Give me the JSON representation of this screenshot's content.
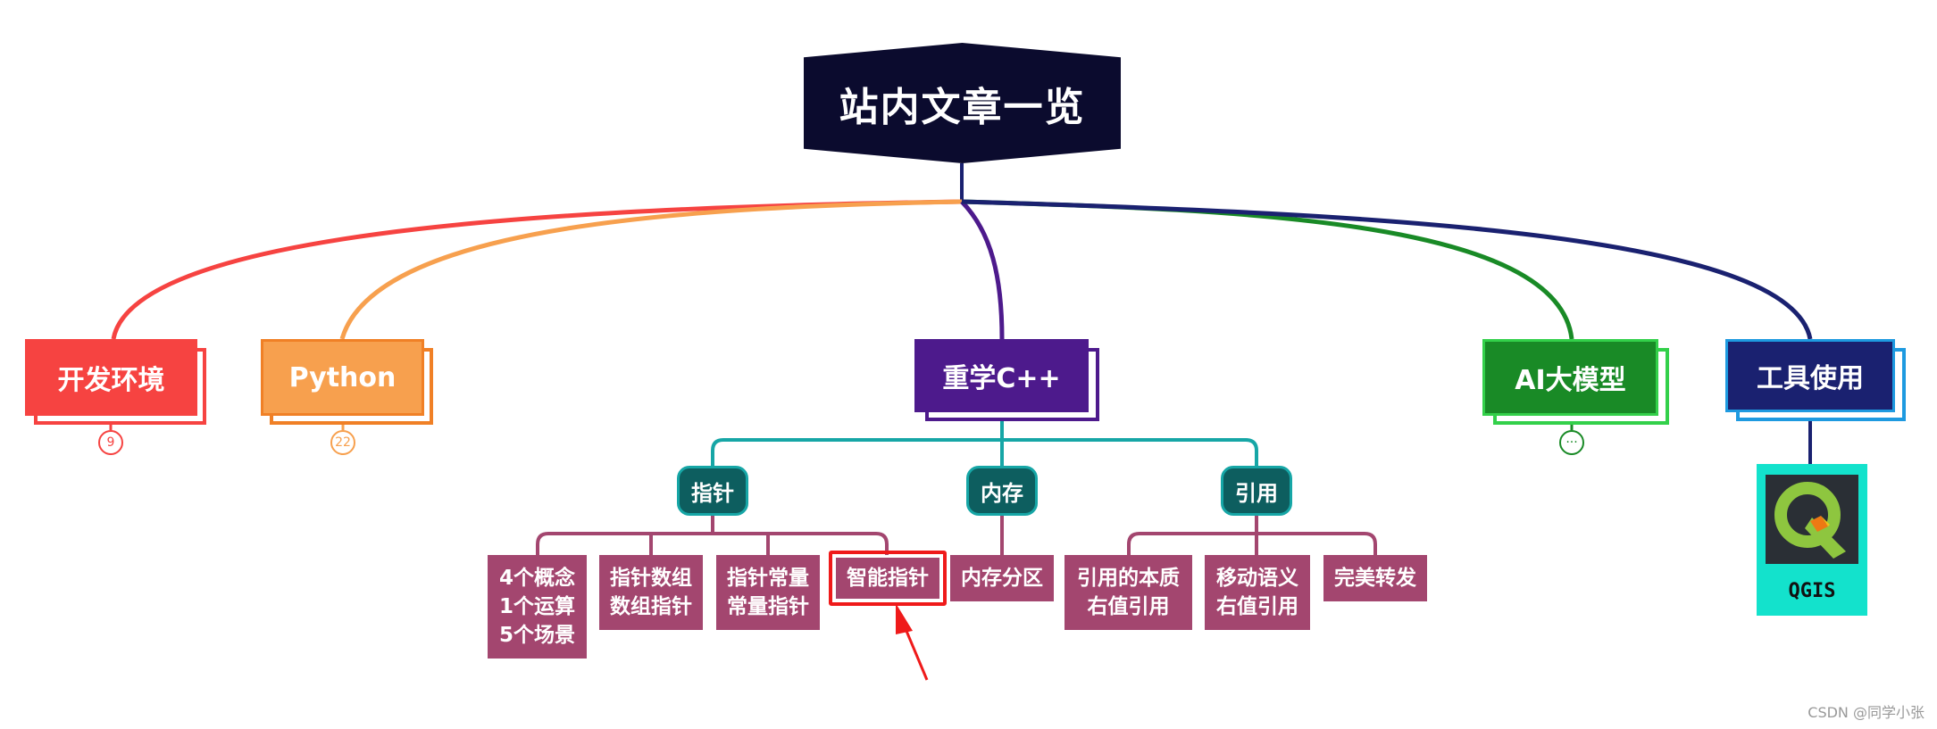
{
  "root": {
    "title": "站内文章一览"
  },
  "branches": {
    "dev_env": {
      "label": "开发环境",
      "count": "9"
    },
    "python": {
      "label": "Python",
      "count": "22"
    },
    "cpp": {
      "label": "重学C++",
      "groups": {
        "pointer": {
          "label": "指针",
          "items": [
            [
              "4个概念",
              "1个运算",
              "5个场景"
            ],
            [
              "指针数组",
              "数组指针"
            ],
            [
              "指针常量",
              "常量指针"
            ],
            [
              "智能指针"
            ]
          ]
        },
        "memory": {
          "label": "内存",
          "items": [
            [
              "内存分区"
            ]
          ]
        },
        "reference": {
          "label": "引用",
          "items": [
            [
              "引用的本质",
              "右值引用"
            ],
            [
              "移动语义",
              "右值引用"
            ],
            [
              "完美转发"
            ]
          ]
        }
      }
    },
    "ai": {
      "label": "AI大模型",
      "count": "···"
    },
    "tools": {
      "label": "工具使用",
      "child": "QGIS"
    }
  },
  "colors": {
    "dev_env": "#f64341",
    "python": "#f7a04e",
    "cpp": "#4d1a8c",
    "ai": "#198a26",
    "tools": "#1a2170",
    "teal": "#16a6a6",
    "leaf": "#a3466f",
    "highlight": "#ef1a1a"
  },
  "icons": {
    "qgis": "qgis-logo-icon",
    "arrow": "red-arrow-icon"
  },
  "watermark": "CSDN @同学小张"
}
